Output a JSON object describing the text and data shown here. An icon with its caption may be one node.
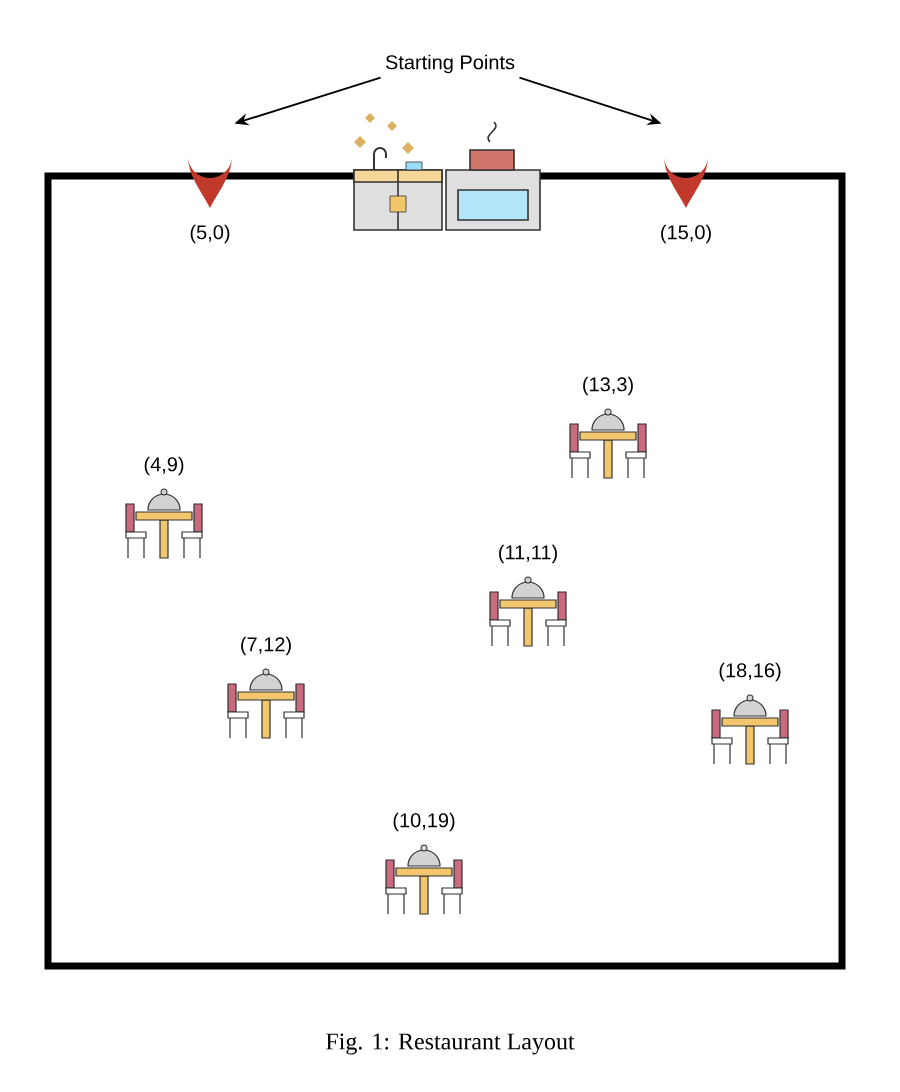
{
  "diagram": {
    "caption": "Fig. 1: Restaurant Layout",
    "nodes": [
      {
        "text": [
          "Starting Points"
        ]
      },
      {
        "text": [],
        "shape": "picture",
        "beside": [
          "(5,0)"
        ]
      },
      {
        "text": [],
        "shape": "picture",
        "beside": [
          "(15,0)"
        ]
      }
    ],
    "edges": [
      {
        "from": 0,
        "to": 1,
        "arrow": "to"
      },
      {
        "from": 0,
        "to": 2,
        "arrow": "to"
      }
    ],
    "labels": [
      "(13,3)",
      "(4,9)",
      "(11,11)",
      "(7,12)",
      "(18,16)",
      "(10,19)"
    ]
  }
}
